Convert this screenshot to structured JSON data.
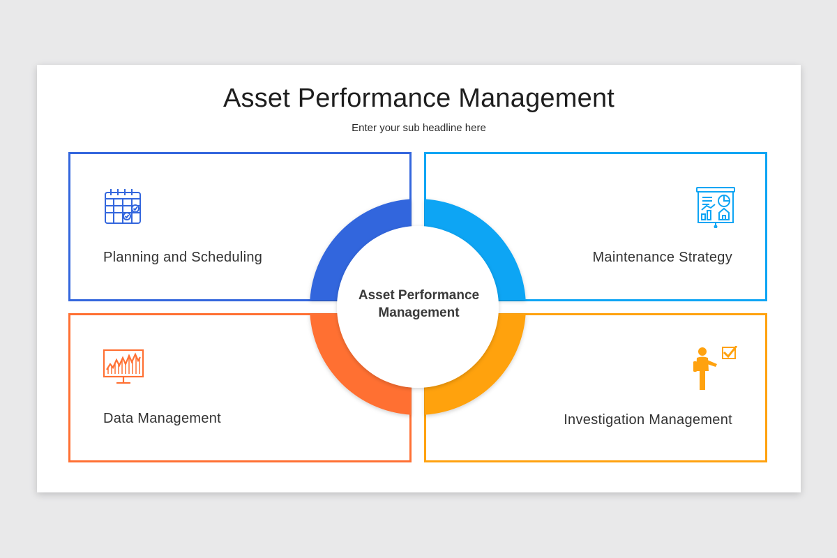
{
  "slide": {
    "title": "Asset Performance Management",
    "subtitle": "Enter your sub headline here"
  },
  "center": {
    "line1": "Asset Performance",
    "line2": "Management"
  },
  "quadrants": [
    {
      "label": "Planning and Scheduling",
      "color": "#3366dd",
      "icon": "calendar-icon"
    },
    {
      "label": "Maintenance Strategy",
      "color": "#0ea5f4",
      "icon": "presentation-chart-icon"
    },
    {
      "label": "Data Management",
      "color": "#ff7033",
      "icon": "monitor-chart-icon"
    },
    {
      "label": "Investigation Management",
      "color": "#ffa20f",
      "icon": "presenter-checkmark-icon"
    }
  ]
}
